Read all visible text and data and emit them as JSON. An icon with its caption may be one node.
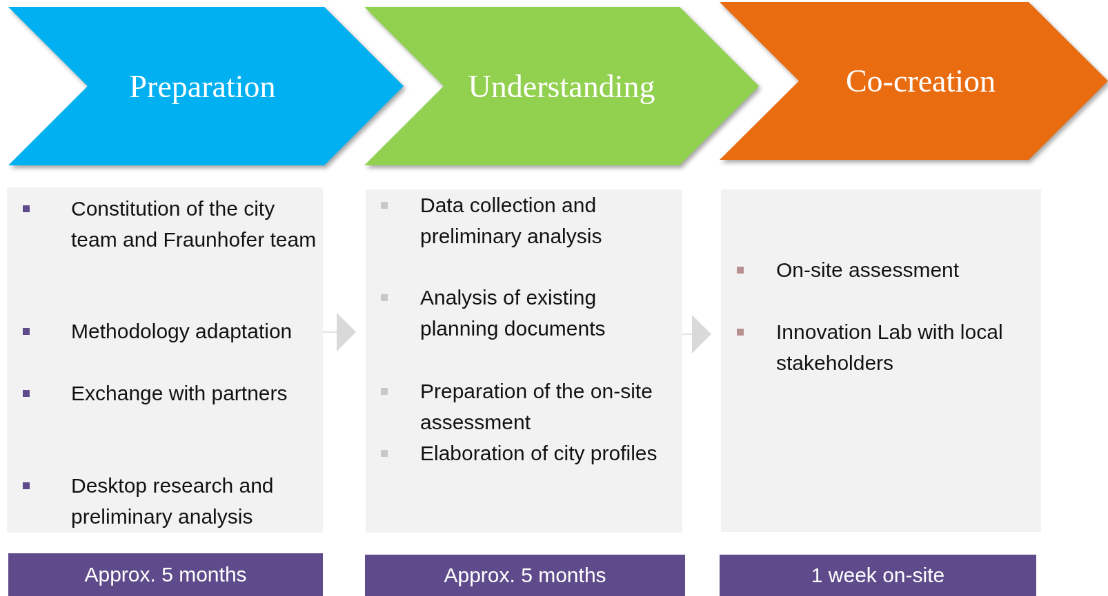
{
  "diagram": {
    "nodes": [
      {
        "text": [
          "Preparation"
        ]
      },
      {
        "text": [
          "Understanding"
        ]
      },
      {
        "text": [
          "Co-creation"
        ]
      },
      {
        "text": [
          "Constitution of the city team and Fraunhofer team",
          "Methodology adaptation",
          "Exchange with partners",
          "Desktop research and preliminary analysis"
        ]
      },
      {
        "text": [
          "Data collection and preliminary analysis",
          "Analysis of existing planning documents",
          "Preparation of the on-site assessment",
          "Elaboration of city profiles"
        ]
      },
      {
        "text": [
          "On-site assessment",
          "Innovation Lab with local stakeholders"
        ]
      },
      {
        "text": [
          "Approx. 5 months"
        ]
      },
      {
        "text": [
          "Approx. 5 months"
        ]
      },
      {
        "text": [
          "1 week on-site"
        ]
      }
    ],
    "edges": [
      {
        "from": 3,
        "to": 4,
        "arrow": "to"
      },
      {
        "from": 4,
        "to": 5,
        "arrow": "to"
      }
    ]
  }
}
